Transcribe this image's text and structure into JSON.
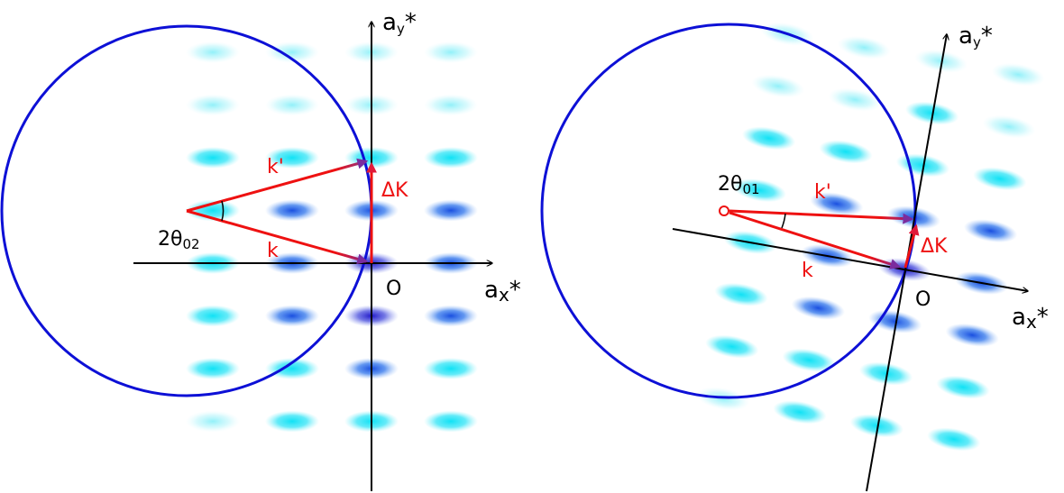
{
  "colors": {
    "circle": "#0d10d6",
    "vector": "#ee1111",
    "axis": "#000000",
    "spot_cyan": "#22e6f6",
    "spot_blue": "#1a55e0"
  },
  "left_panel": {
    "axis_x_label": "a",
    "axis_x_sub": "x",
    "axis_x_sup": "*",
    "axis_y_label": "a",
    "axis_y_sub": "y",
    "axis_y_sup": "*",
    "origin_label": "O",
    "angle_label": "2θ",
    "angle_sub": "02",
    "k_label": "k",
    "kprime_label": "k'",
    "delta_k_label": "ΔK"
  },
  "right_panel": {
    "axis_x_label": "a",
    "axis_x_sub": "x",
    "axis_x_sup": "*",
    "axis_y_label": "a",
    "axis_y_sub": "y",
    "axis_y_sup": "*",
    "origin_label": "O",
    "angle_label": "2θ",
    "angle_sub": "01",
    "k_label": "k",
    "kprime_label": "k'",
    "delta_k_label": "ΔK"
  }
}
